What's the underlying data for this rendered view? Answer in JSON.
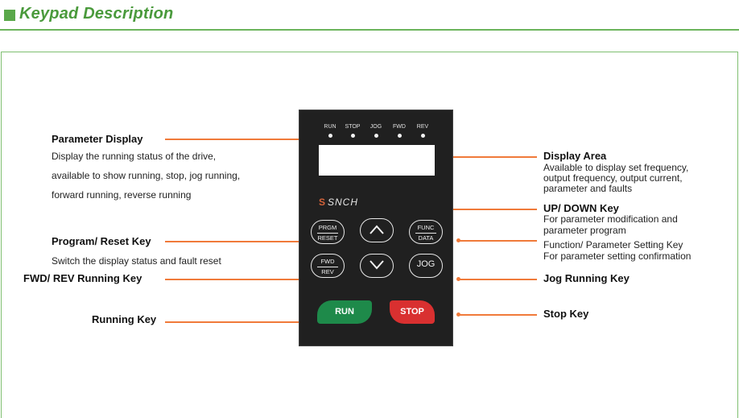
{
  "header": {
    "title": "Keypad Description",
    "accent_color": "#5aa84a"
  },
  "callouts": {
    "parameter_display": {
      "title": "Parameter Display",
      "lines": [
        "Display the running status of the drive,",
        "available to show running, stop, jog running,",
        "forward running, reverse running"
      ]
    },
    "program_reset": {
      "title": "Program/ Reset Key",
      "lines": [
        "Switch the display status and fault reset"
      ]
    },
    "fwd_rev": {
      "title": "FWD/ REV Running Key"
    },
    "running_key": {
      "title": "Running Key"
    },
    "display_area": {
      "title": "Display Area",
      "lines": [
        "Available to display set frequency,",
        "output frequency, output current,",
        "parameter and faults"
      ]
    },
    "up_down": {
      "title": "UP/ DOWN Key",
      "lines": [
        "For parameter modification and",
        "parameter program"
      ]
    },
    "function_param": {
      "lines": [
        "Function/ Parameter Setting Key",
        "For parameter setting confirmation"
      ]
    },
    "jog": {
      "title": "Jog Running Key"
    },
    "stop_key": {
      "title": "Stop Key"
    }
  },
  "keypad": {
    "leds": [
      "RUN",
      "STOP",
      "JOG",
      "FWD",
      "REV"
    ],
    "brand": "SNCH",
    "keys": {
      "prgm_top": "PRGM",
      "prgm_bottom": "RESET",
      "func_top": "FUNC",
      "func_bottom": "DATA",
      "fwd_top": "FWD",
      "fwd_bottom": "REV",
      "jog": "JOG",
      "up": "up-arrow-icon",
      "down": "down-arrow-icon",
      "run": "RUN",
      "stop": "STOP"
    },
    "colors": {
      "run": "#1e8a4a",
      "stop": "#d93030",
      "leader": "#f07a3a"
    }
  }
}
